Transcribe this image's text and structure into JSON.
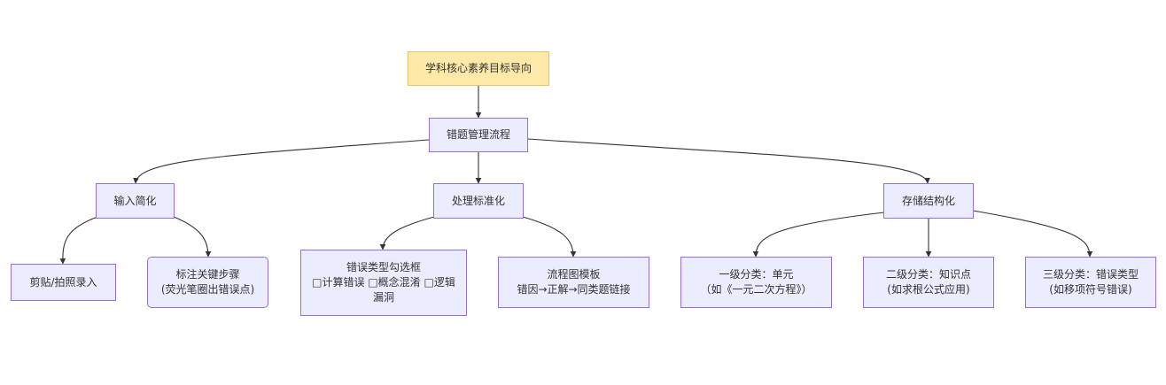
{
  "nodes": {
    "root": "学科核心素养目标导向",
    "process": "错题管理流程",
    "input": "输入简化",
    "handle": "处理标准化",
    "store": "存储结构化",
    "scan": "剪贴/拍照录入",
    "mark": "标注关键步骤\n(荧光笔圈出错误点)",
    "checkbox": "错误类型勾选框\n□计算错误 □概念混淆 □逻辑\n漏洞",
    "template": "流程图模板\n错因→正解→同类题链接",
    "level1": "一级分类：单元\n（如《一元二次方程》）",
    "level2": "二级分类：知识点\n(如求根公式应用)",
    "level3": "三级分类：错误类型\n(如移项符号错误)"
  },
  "colors": {
    "node_fill": "#ECECFF",
    "node_border": "#9370DB",
    "root_fill": "#FFE9A8",
    "root_border": "#E8C468",
    "edge": "#333333"
  }
}
